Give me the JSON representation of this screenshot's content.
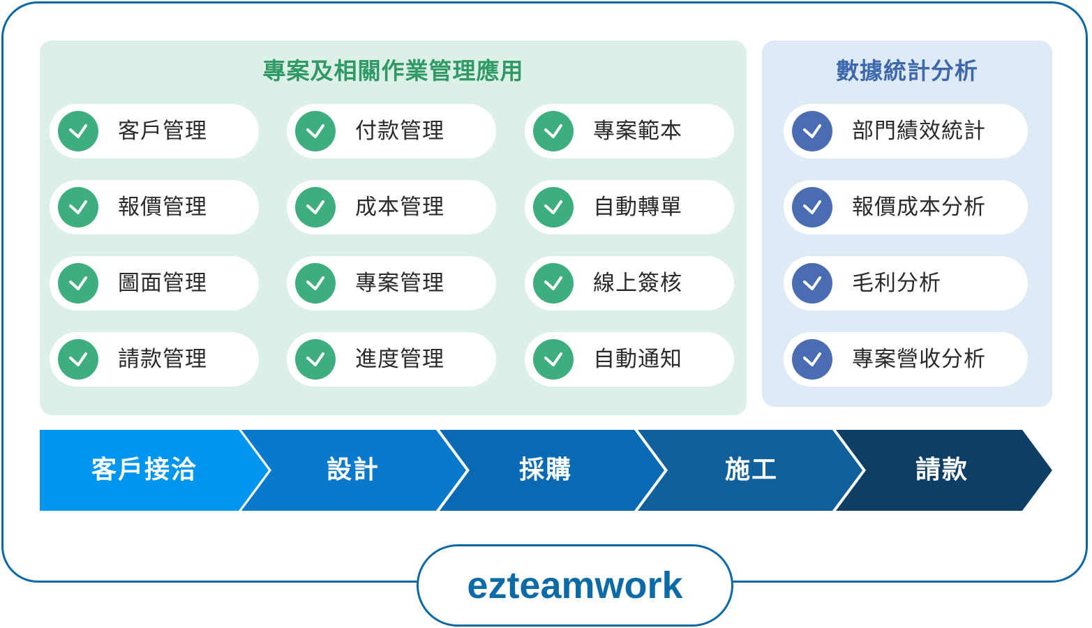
{
  "project_panel": {
    "title": "專案及相關作業管理應用",
    "color": "#2f9a66",
    "items": [
      [
        "客戶管理",
        "付款管理",
        "專案範本"
      ],
      [
        "報價管理",
        "成本管理",
        "自動轉單"
      ],
      [
        "圖面管理",
        "專案管理",
        "線上簽核"
      ],
      [
        "請款管理",
        "進度管理",
        "自動通知"
      ]
    ]
  },
  "stats_panel": {
    "title": "數據統計分析",
    "color": "#3d68ad",
    "items": [
      "部門績效統計",
      "報價成本分析",
      "毛利分析",
      "專案營收分析"
    ]
  },
  "process": {
    "stages": [
      {
        "label": "客戶接洽",
        "color": "#0096ef"
      },
      {
        "label": "設計",
        "color": "#0a79cb"
      },
      {
        "label": "採購",
        "color": "#0a69b3"
      },
      {
        "label": "施工",
        "color": "#11609b"
      },
      {
        "label": "請款",
        "color": "#0d3f66"
      }
    ]
  },
  "brand": {
    "name": "ezteamwork",
    "color": "#0c6aa6"
  },
  "icons": {
    "item_check": "check-circle-icon"
  }
}
